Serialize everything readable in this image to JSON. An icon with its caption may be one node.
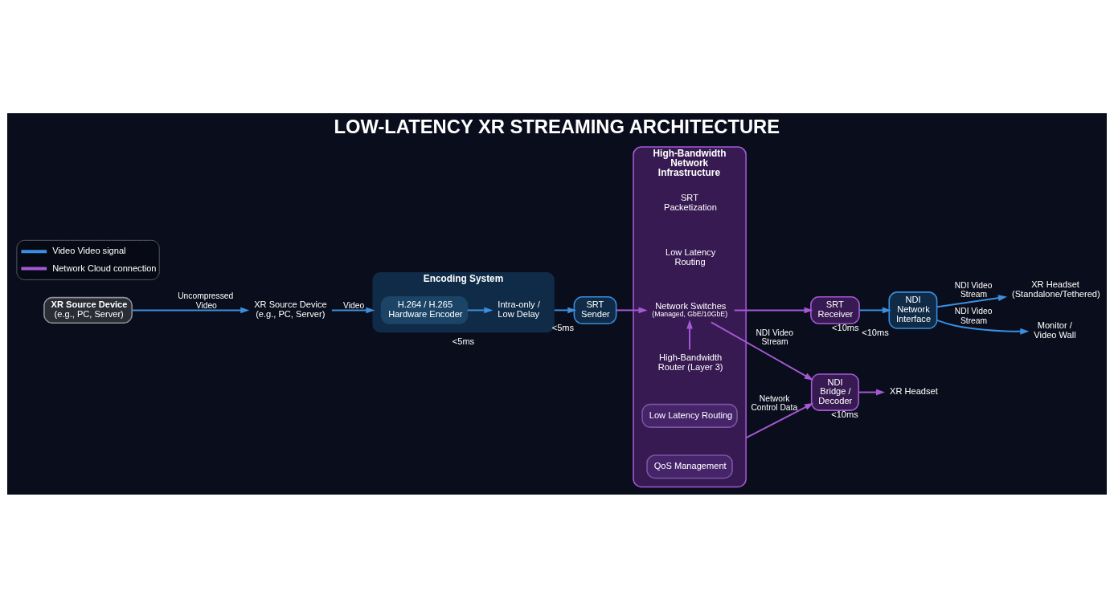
{
  "diagram": {
    "title": "LOW-LATENCY XR STREAMING ARCHITECTURE",
    "nodes": [
      {
        "text": [
          "XR Source Device",
          "(e.g., PC, Server)"
        ]
      },
      {
        "text": [
          "XR Source Device (e.g., PC, Server)"
        ]
      },
      {
        "text": [
          "Encoding System"
        ],
        "beside": [
          "<5ms"
        ]
      },
      {
        "text": [
          "H.264 / H.265 Hardware Encoder"
        ],
        "in": 2
      },
      {
        "text": [
          "Intra-only / Low Delay"
        ],
        "in": 2
      },
      {
        "text": [
          "SRT Sender"
        ],
        "beside": [
          "<5ms"
        ]
      },
      {
        "text": [
          "High-Bandwidth Network Infrastructure"
        ]
      },
      {
        "text": [
          "High-Bandwidth Router (Layer 3)"
        ],
        "in": 6
      },
      {
        "text": [
          "Network Switches",
          "(Managed, GbE/10GbE)"
        ],
        "in": 6
      },
      {
        "text": [
          "Low Latency Routing"
        ],
        "in": 6
      },
      {
        "text": [
          "QoS Management"
        ],
        "in": 6
      },
      {
        "text": [
          "SRT Receiver"
        ],
        "beside": [
          "<10ms"
        ]
      },
      {
        "text": [
          "NDI Network Interface"
        ],
        "beside": [
          "<10ms"
        ]
      },
      {
        "text": [
          "XR Headset (Standalone/Tethered)"
        ]
      },
      {
        "text": [
          "Monitor / Video Wall"
        ]
      },
      {
        "text": [
          "NDI Bridge / Decoder"
        ],
        "beside": [
          "<10ms"
        ]
      },
      {
        "text": [
          "XR Headset"
        ]
      }
    ],
    "edges": [
      {
        "from": 0,
        "to": 1,
        "arrow": "to",
        "label": "Uncompressed Video"
      },
      {
        "from": 1,
        "to": 2,
        "arrow": "to",
        "label": "Video"
      },
      {
        "from": 3,
        "to": 4,
        "arrow": "to"
      },
      {
        "from": 2,
        "to": 5,
        "arrow": "to"
      },
      {
        "from": 5,
        "to": 8,
        "arrow": "to",
        "color": "#a659d6"
      },
      {
        "from": 7,
        "to": 8,
        "arrow": "to",
        "color": "#a659d6"
      },
      {
        "from": 8,
        "to": 11,
        "arrow": "to",
        "color": "#a659d6"
      },
      {
        "from": 8,
        "to": 15,
        "arrow": "to",
        "label": "NDI Video Stream",
        "color": "#a659d6"
      },
      {
        "from": 11,
        "to": 12,
        "arrow": "to"
      },
      {
        "from": 12,
        "to": 13,
        "arrow": "to",
        "label": "NDI Video Stream"
      },
      {
        "from": 12,
        "to": 14,
        "arrow": "to",
        "label": "NDI Video Stream"
      },
      {
        "from": 15,
        "to": 16,
        "arrow": "to",
        "color": "#a659d6"
      },
      {
        "from": 6,
        "to": 15,
        "arrow": "to",
        "label": "Network Control Data",
        "color": "#a659d6"
      }
    ],
    "labels": [
      "SRT Packetization",
      "Low Latency Routing"
    ],
    "legend": [
      {
        "text": "Video Video signal"
      },
      {
        "text": "Network Cloud connection"
      }
    ]
  }
}
